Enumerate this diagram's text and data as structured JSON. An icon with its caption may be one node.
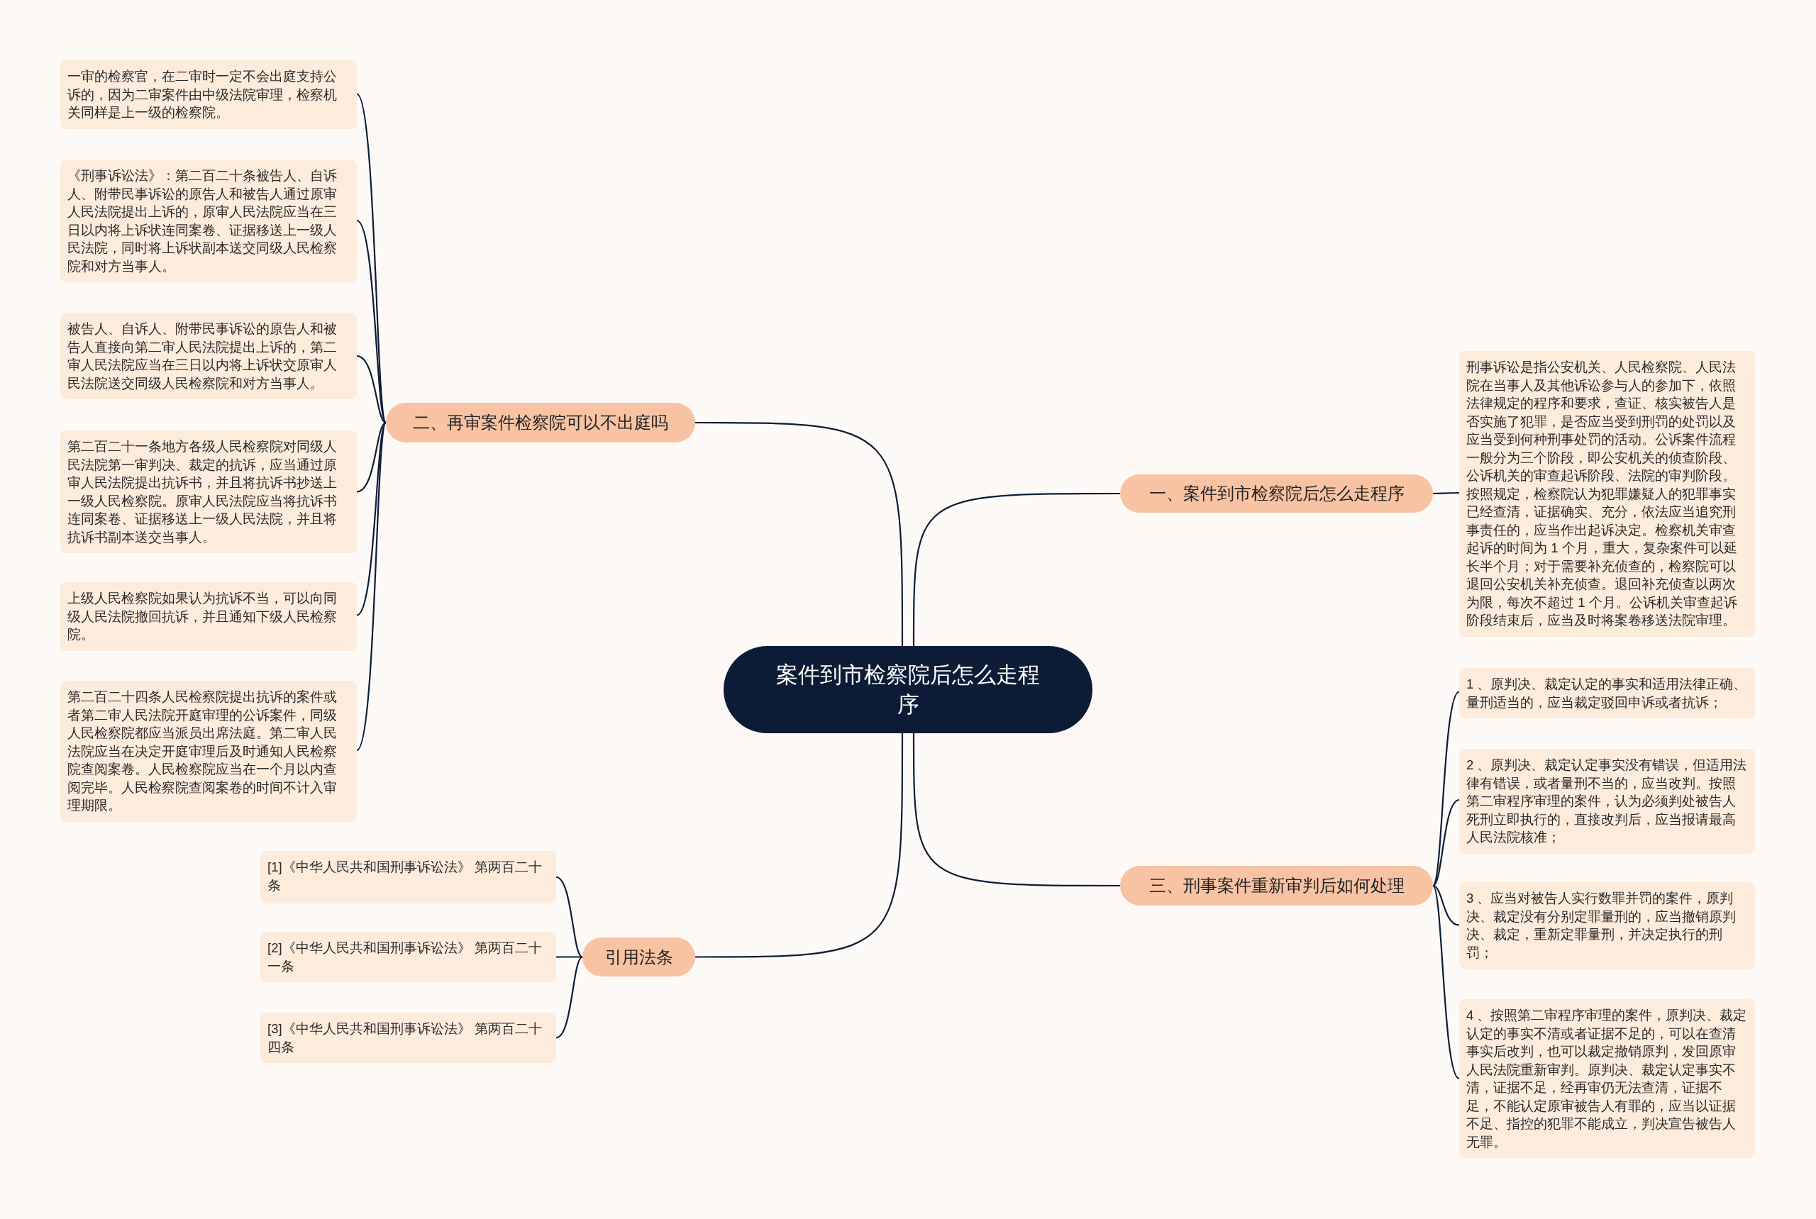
{
  "diagram": {
    "nodes": [
      {
        "text": [
          "案件到市检察院后怎么走程序"
        ]
      },
      {
        "text": [
          "一、案件到市检察院后怎么走程序"
        ]
      },
      {
        "text": [
          "刑事诉讼是指公安机关、人民检察院、人民法院在当事人及其他诉讼参与人的参加下，依照法律规定的程序和要求，查证、核实被告人是否实施了犯罪，是否应当受到刑罚的处罚以及应当受到何种刑事处罚的活动。公诉案件流程一般分为三个阶段，即公安机关的侦查阶段、公诉机关的审查起诉阶段、法院的审判阶段。按照规定，检察院认为犯罪嫌疑人的犯罪事实已经查清，证据确实、充分，依法应当追究刑事责任的，应当作出起诉决定。检察机关审查起诉的时间为 1 个月，重大，复杂案件可以延长半个月；对于需要补充侦查的，检察院可以退回公安机关补充侦查。退回补充侦查以两次为限，每次不超过 1 个月。公诉机关审查起诉阶段结束后，应当及时将案卷移送法院审理。"
        ]
      },
      {
        "text": [
          "二、再审案件检察院可以不出庭吗"
        ]
      },
      {
        "text": [
          "一审的检察官，在二审时一定不会出庭支持公诉的，因为二审案件由中级法院审理，检察机关同样是上一级的检察院。"
        ]
      },
      {
        "text": [
          "《刑事诉讼法》：第二百二十条被告人、自诉人、附带民事诉讼的原告人和被告人通过原审人民法院提出上诉的，原审人民法院应当在三日以内将上诉状连同案卷、证据移送上一级人民法院，同时将上诉状副本送交同级人民检察院和对方当事人。"
        ]
      },
      {
        "text": [
          "被告人、自诉人、附带民事诉讼的原告人和被告人直接向第二审人民法院提出上诉的，第二审人民法院应当在三日以内将上诉状交原审人民法院送交同级人民检察院和对方当事人。"
        ]
      },
      {
        "text": [
          "第二百二十一条地方各级人民检察院对同级人民法院第一审判决、裁定的抗诉，应当通过原审人民法院提出抗诉书，并且将抗诉书抄送上一级人民检察院。原审人民法院应当将抗诉书连同案卷、证据移送上一级人民法院，并且将抗诉书副本送交当事人。"
        ]
      },
      {
        "text": [
          "上级人民检察院如果认为抗诉不当，可以向同级人民法院撤回抗诉，并且通知下级人民检察院。"
        ]
      },
      {
        "text": [
          "第二百二十四条人民检察院提出抗诉的案件或者第二审人民法院开庭审理的公诉案件，同级人民检察院都应当派员出席法庭。第二审人民法院应当在决定开庭审理后及时通知人民检察院查阅案卷。人民检察院应当在一个月以内查阅完毕。人民检察院查阅案卷的时间不计入审理期限。"
        ]
      },
      {
        "text": [
          "三、刑事案件重新审判后如何处理"
        ]
      },
      {
        "text": [
          "1 、原判决、裁定认定的事实和适用法律正确、量刑适当的，应当裁定驳回申诉或者抗诉；"
        ]
      },
      {
        "text": [
          "2 、原判决、裁定认定事实没有错误，但适用法律有错误，或者量刑不当的，应当改判。按照第二审程序审理的案件，认为必须判处被告人死刑立即执行的，直接改判后，应当报请最高人民法院核准；"
        ]
      },
      {
        "text": [
          "3 、应当对被告人实行数罪并罚的案件，原判决、裁定没有分别定罪量刑的，应当撤销原判决、裁定，重新定罪量刑，并决定执行的刑罚；"
        ]
      },
      {
        "text": [
          "4 、按照第二审程序审理的案件，原判决、裁定认定的事实不清或者证据不足的，可以在查清事实后改判，也可以裁定撤销原判，发回原审人民法院重新审判。原判决、裁定认定事实不清，证据不足，经再审仍无法查清，证据不足，不能认定原审被告人有罪的，应当以证据不足、指控的犯罪不能成立，判决宣告被告人无罪。"
        ]
      },
      {
        "text": [
          "引用法条"
        ]
      },
      {
        "text": [
          "[1]《中华人民共和国刑事诉讼法》 第两百二十条"
        ]
      },
      {
        "text": [
          "[2]《中华人民共和国刑事诉讼法》 第两百二十一条"
        ]
      },
      {
        "text": [
          "[3]《中华人民共和国刑事诉讼法》 第两百二十四条"
        ]
      }
    ],
    "edges": [
      {
        "from": 0,
        "to": 1,
        "arrow": "none"
      },
      {
        "from": 1,
        "to": 2,
        "arrow": "none"
      },
      {
        "from": 0,
        "to": 3,
        "arrow": "none"
      },
      {
        "from": 3,
        "to": 4,
        "arrow": "none"
      },
      {
        "from": 3,
        "to": 5,
        "arrow": "none"
      },
      {
        "from": 3,
        "to": 6,
        "arrow": "none"
      },
      {
        "from": 3,
        "to": 7,
        "arrow": "none"
      },
      {
        "from": 3,
        "to": 8,
        "arrow": "none"
      },
      {
        "from": 3,
        "to": 9,
        "arrow": "none"
      },
      {
        "from": 0,
        "to": 10,
        "arrow": "none"
      },
      {
        "from": 10,
        "to": 11,
        "arrow": "none"
      },
      {
        "from": 10,
        "to": 12,
        "arrow": "none"
      },
      {
        "from": 10,
        "to": 13,
        "arrow": "none"
      },
      {
        "from": 10,
        "to": 14,
        "arrow": "none"
      },
      {
        "from": 0,
        "to": 15,
        "arrow": "none"
      },
      {
        "from": 15,
        "to": 16,
        "arrow": "none"
      },
      {
        "from": 15,
        "to": 17,
        "arrow": "none"
      },
      {
        "from": 15,
        "to": 18,
        "arrow": "none"
      }
    ]
  }
}
